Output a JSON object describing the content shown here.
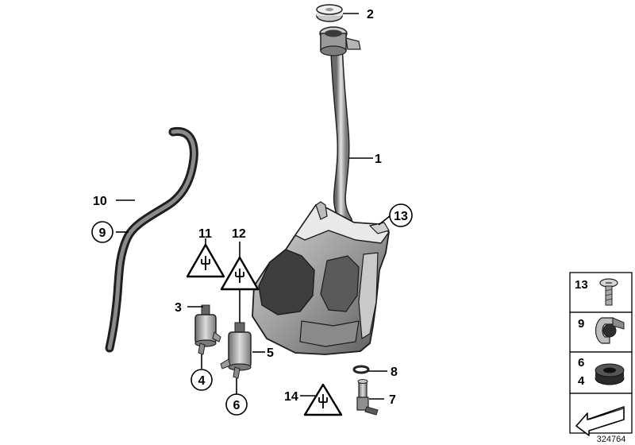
{
  "callouts": {
    "c1": "1",
    "c2": "2",
    "c3": "3",
    "c4": "4",
    "c5": "5",
    "c6": "6",
    "c7": "7",
    "c8": "8",
    "c9": "9",
    "c10": "10",
    "c11": "11",
    "c12": "12",
    "c13": "13",
    "c14": "14"
  },
  "legend": {
    "row1": "13",
    "row2": "9",
    "row3_top": "6",
    "row3_bottom": "4"
  },
  "reference_number": "324764",
  "colors": {
    "part_light": "#e6e6e6",
    "part_mid": "#a8a8a8",
    "part_dark": "#4a4a4a",
    "outline": "#000000"
  }
}
